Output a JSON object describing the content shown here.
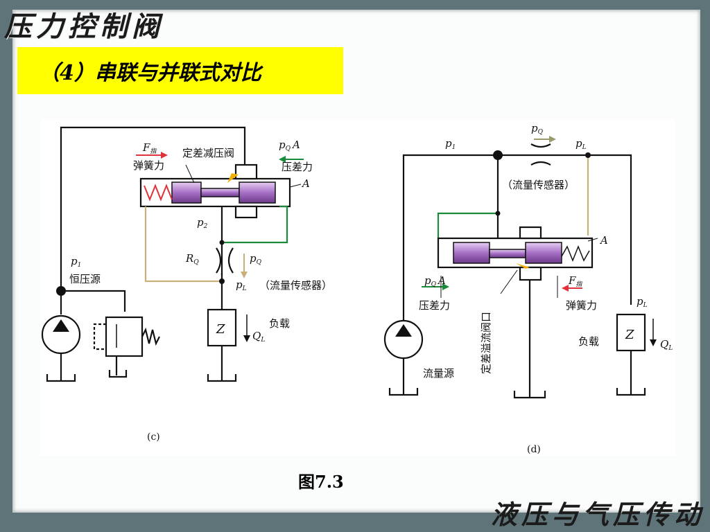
{
  "header": {
    "title": "压力控制阀"
  },
  "footer": {
    "title": "液压与气压传动"
  },
  "subtitle": "（4）串联与并联式对比",
  "figure": {
    "caption": "图7.3",
    "diagram_c": {
      "label": "(c)",
      "f_sym": "F",
      "f_sub": "指",
      "spring_force": "弹簧力",
      "valve_name": "定差减压阀",
      "pqa_p": "p",
      "pqa_sub": "Q",
      "pqa_a": "A",
      "pressure_diff": "压差力",
      "area_a": "A",
      "p2": "p",
      "p2_sub": "2",
      "rq": "R",
      "rq_sub": "Q",
      "pq": "p",
      "pq_sub": "Q",
      "p1": "p",
      "p1_sub": "1",
      "source": "恒压源",
      "pl": "p",
      "pl_sub": "L",
      "sensor": "（流量传感器）",
      "z": "Z",
      "ql": "Q",
      "ql_sub": "L",
      "load": "负载"
    },
    "diagram_d": {
      "label": "(d)",
      "pq": "p",
      "pq_sub": "Q",
      "p1": "p",
      "p1_sub": "1",
      "pl_top": "p",
      "pl_top_sub": "L",
      "sensor": "（流量传感器）",
      "area_a": "A",
      "pqa_p": "p",
      "pqa_sub": "Q",
      "pqa_a": "A",
      "pressure_diff": "压差力",
      "f_sym": "F",
      "f_sub": "指",
      "spring_force": "弹簧力",
      "port": "定差溢流阀口",
      "pl_right": "p",
      "pl_right_sub": "L",
      "load": "负载",
      "z": "Z",
      "ql": "Q",
      "ql_sub": "L",
      "source": "流量源"
    }
  },
  "colors": {
    "background": "#5f7479",
    "paper": "#fbfcfc",
    "subtitle_bg": "#ffff00",
    "spool": "#b67fd0",
    "spring": "#e0323b",
    "green_line": "#1a8a3a",
    "tan_line": "#c8b07a",
    "arrow_orange": "#f1b000"
  }
}
